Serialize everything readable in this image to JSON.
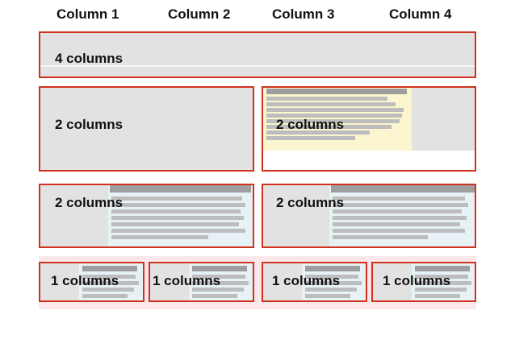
{
  "headers": [
    "Column 1",
    "Column 2",
    "Column 3",
    "Column 4"
  ],
  "rows": {
    "row1": [
      "4 columns"
    ],
    "row2": [
      "2 columns",
      "2 columns"
    ],
    "row3": [
      "2 columns",
      "2 columns"
    ],
    "row4": [
      "1 columns",
      "1 columns",
      "1 columns",
      "1 columns"
    ]
  },
  "colors": {
    "border": "#d0321e",
    "panel": "#e2e2e2",
    "highlight_yellow": "#fbf6cf",
    "highlight_blue": "#e7f2f6",
    "bottom_strip": "#fbe8ea"
  }
}
